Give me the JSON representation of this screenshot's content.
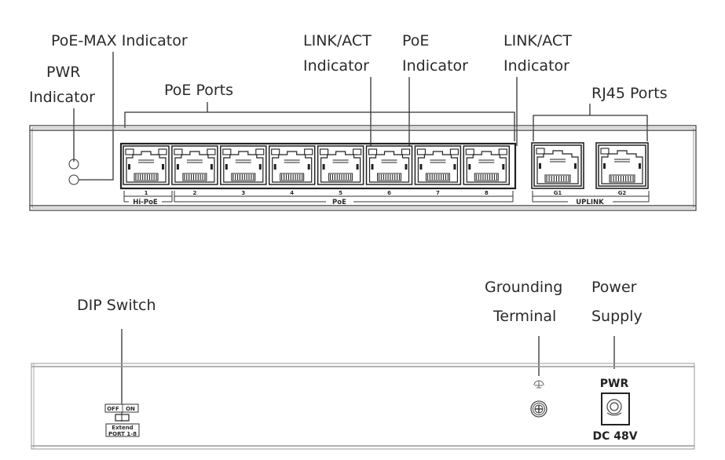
{
  "front_panel": {
    "callouts": {
      "poe_max_indicator": "PoE-MAX Indicator",
      "pwr_indicator_line1": "PWR",
      "pwr_indicator_line2": "Indicator",
      "poe_ports": "PoE Ports",
      "link_act_line1": "LINK/ACT",
      "link_act_line2": "Indicator",
      "poe_indicator_line1": "PoE",
      "poe_indicator_line2": "Indicator",
      "uplink_link_act_line1": "LINK/ACT",
      "uplink_link_act_line2": "Indicator",
      "rj45_ports": "RJ45 Ports"
    },
    "poe_ports": [
      {
        "number": "1"
      },
      {
        "number": "2"
      },
      {
        "number": "3"
      },
      {
        "number": "4"
      },
      {
        "number": "5"
      },
      {
        "number": "6"
      },
      {
        "number": "7"
      },
      {
        "number": "8"
      }
    ],
    "uplink_ports": [
      {
        "number": "G1"
      },
      {
        "number": "G2"
      }
    ],
    "group_labels": {
      "hi_poe": "Hi-PoE",
      "poe": "PoE",
      "uplink": "UPLINK"
    }
  },
  "rear_panel": {
    "callouts": {
      "dip_switch": "DIP Switch",
      "grounding_line1": "Grounding",
      "grounding_line2": "Terminal",
      "power_line1": "Power",
      "power_line2": "Supply"
    },
    "dip_switch": {
      "off_label": "OFF",
      "on_label": "ON",
      "extend_label": "Extend",
      "port_range_label": "PORT 1-8"
    },
    "power": {
      "pwr_label": "PWR",
      "voltage_label": "DC 48V"
    }
  }
}
